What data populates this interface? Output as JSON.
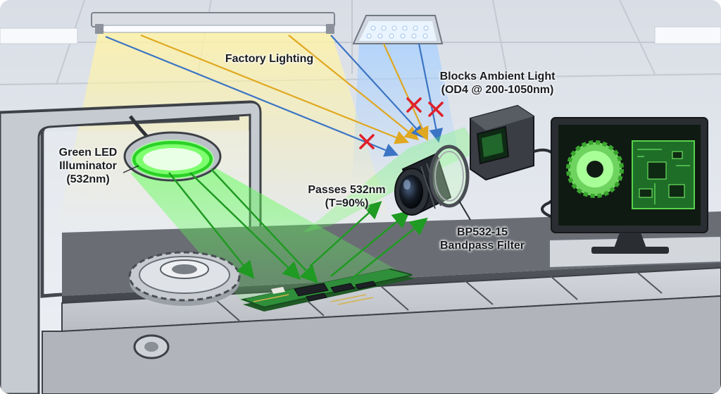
{
  "labels": {
    "factory_lighting": "Factory Lighting",
    "blocks_ambient": [
      "Blocks Ambient Light",
      "(OD4 @ 200-1050nm)"
    ],
    "green_led": [
      "Green LED",
      "Illuminator",
      "(532nm)"
    ],
    "passes": [
      "Passes 532nm",
      "(T=90%)"
    ],
    "filter": [
      "BP532-15",
      "Bandpass Filter"
    ]
  },
  "colors": {
    "green_light": "#3ddc3a",
    "blocked_marker": "#e0202a",
    "ambient_yellow": "#f2c230",
    "ambient_blue": "#4a86d6",
    "pcb_green": "#2f8f3a"
  },
  "icons": [
    "fluorescent-tube-icon",
    "led-panel-icon",
    "ring-light-icon",
    "camera-icon",
    "lens-icon",
    "filter-ring-icon",
    "monitor-icon",
    "gear-icon",
    "pcb-icon",
    "blocked-x-icon"
  ]
}
